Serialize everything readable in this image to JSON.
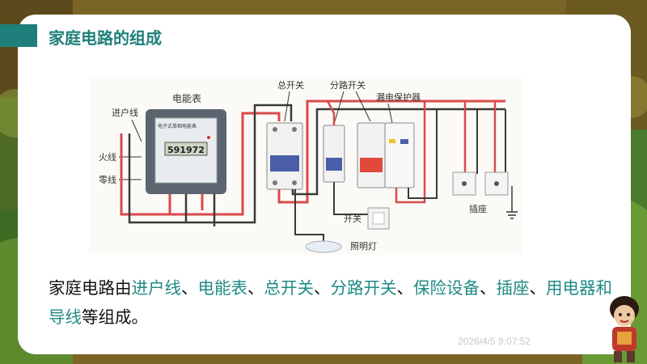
{
  "slide": {
    "title": "家庭电路的组成",
    "timestamp": "2026/4/5 9:07:52"
  },
  "diagram": {
    "label_incoming": "进户线",
    "label_live": "火线",
    "label_neutral": "零线",
    "label_meter": "电能表",
    "meter_face_title": "电子式单相电能表",
    "meter_reading": "591972",
    "label_main_switch": "总开关",
    "label_branch_switch": "分路开关",
    "label_leakage": "漏电保护器",
    "label_switch": "开关",
    "label_lamp": "照明灯",
    "label_socket": "插座"
  },
  "body": {
    "p1": "家庭电路由",
    "h1": "进户线",
    "s1": "、",
    "h2": "电能表",
    "s2": "、",
    "h3": "总开关",
    "s3": "、",
    "h4": "分路开关",
    "s4": "、",
    "h5": "保险设备",
    "s5": "、",
    "h6": "插座",
    "s6": "、",
    "h7": "用电器和导线",
    "p2": "等组成。"
  },
  "colors": {
    "accent": "#1f7f7a",
    "highlight": "#1f8a84",
    "wire_red": "#d94b4b",
    "wire_dark": "#3a3a3a"
  }
}
